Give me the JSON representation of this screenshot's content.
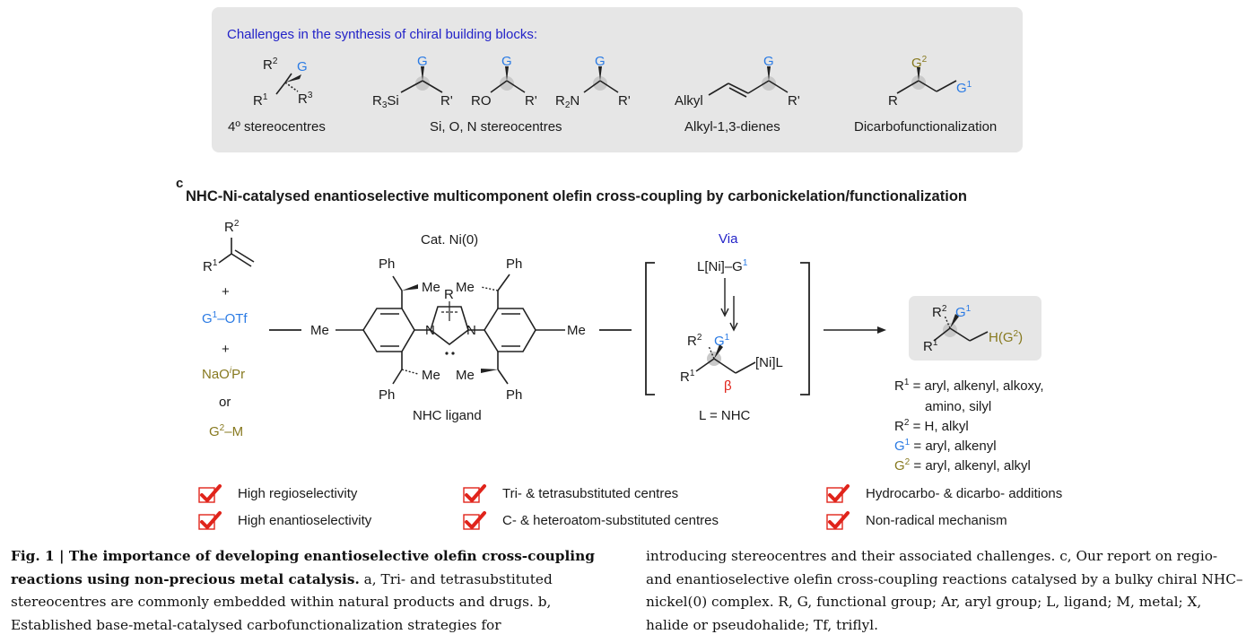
{
  "panel_b": {
    "title": "Challenges in the synthesis of chiral building blocks:",
    "labels": {
      "quaternary": "4º stereocentres",
      "heteroatom": "Si, O, N stereocentres",
      "dienes": "Alkyl-1,3-dienes",
      "dicarbo": "Dicarbofunctionalization"
    },
    "atoms": {
      "r2": "R",
      "g": "G",
      "r1": "R",
      "r3": "R",
      "r3si": "R",
      "rprime": "R'",
      "ro": "RO",
      "r2n": "R",
      "n": "N",
      "alkyl": "Alkyl",
      "r": "R",
      "g1": "G",
      "g2": "G"
    },
    "sup": {
      "two": "2",
      "one": "1",
      "three": "3"
    },
    "sub": {
      "three": "3",
      "two": "2"
    },
    "si": "Si"
  },
  "panel_c": {
    "letter": "c",
    "title": "NHC-Ni-catalysed enantioselective multicomponent olefin cross-coupling by carbonickelation/functionalization",
    "reagents": {
      "plus": "+",
      "g1otf_g": "G",
      "g1otf_sup": "1",
      "g1otf_rest": "–OTf",
      "naoipr_a": "NaO",
      "naoipr_i": "i",
      "naoipr_b": "Pr",
      "or": "or",
      "g2m_g": "G",
      "g2m_sup": "2",
      "g2m_rest": "–M",
      "olefin_r1": "R",
      "olefin_r2": "R",
      "olefin_sup1": "1",
      "olefin_sup2": "2"
    },
    "catalyst": {
      "title": "Cat. Ni(0)",
      "ligand_label": "NHC ligand",
      "ph": "Ph",
      "me": "Me",
      "n": "N",
      "r": "R"
    },
    "mechanism": {
      "via": "Via",
      "lni": "L[Ni]–G",
      "lni_sup": "1",
      "r2": "R",
      "g1": "G",
      "r1": "R",
      "nil": "[Ni]L",
      "beta": "β",
      "l_eq": "L = NHC"
    },
    "product": {
      "r2": "R",
      "g1": "G",
      "r1": "R",
      "hg2": "H(G",
      "hg2_sup": "2",
      "hg2_close": ")"
    },
    "scope": [
      {
        "label_a": "R",
        "sup": "1",
        "rest": " = aryl, alkenyl, alkoxy,"
      },
      {
        "label_a": "",
        "sup": "",
        "rest": "amino, silyl"
      },
      {
        "label_a": "R",
        "sup": "2",
        "rest": " = H, alkyl"
      },
      {
        "label_a": "G",
        "sup": "1",
        "rest": " = aryl, alkenyl"
      },
      {
        "label_a": "G",
        "sup": "2",
        "rest": " = aryl, alkenyl, alkyl"
      }
    ],
    "features": [
      "High regioselectivity",
      "High enantioselectivity",
      "Tri- & tetrasubstituted centres",
      "C- & heteroatom-substituted centres",
      "Hydrocarbo- & dicarbo- additions",
      "Non-radical mechanism"
    ]
  },
  "caption": {
    "fig": "Fig. 1 | ",
    "bold": "The importance of developing enantioselective olefin cross-coupling reactions using non-precious metal catalysis.",
    "left_rest": " a, Tri- and tetrasubstituted stereocentres are commonly embedded within natural products and drugs. b, Established base-metal-catalysed carbofunctionalization strategies for",
    "right": "introducing stereocentres and their associated challenges. c, Our report on regio- and enantioselective olefin cross-coupling reactions catalysed by a bulky chiral NHC–nickel(0) complex. R, G, functional group; Ar, aryl group; L, ligand; M, metal; X, halide or pseudohalide; Tf, triflyl."
  },
  "colors": {
    "blue": "#2b7be4",
    "dark_blue": "#2323c8",
    "olive": "#87791f",
    "red": "#e0241b",
    "panel_bg": "#e6e6e6"
  }
}
